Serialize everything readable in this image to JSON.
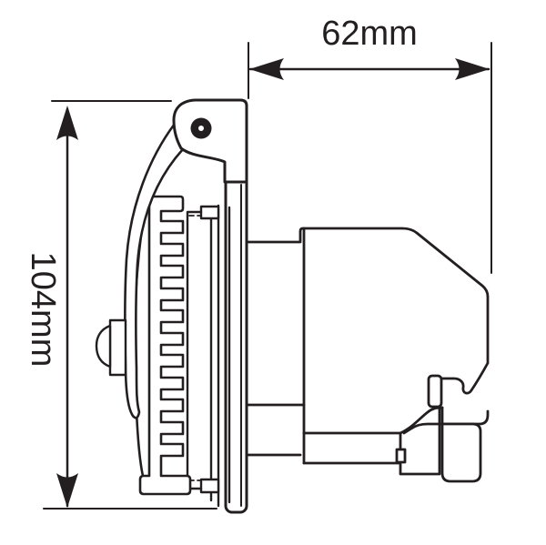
{
  "diagram": {
    "kind": "technical-drawing-side-view",
    "dimensions": {
      "width": {
        "label": "62mm"
      },
      "height": {
        "label": "104mm"
      }
    },
    "colors": {
      "line": "#231f20",
      "background": "#ffffff"
    }
  }
}
